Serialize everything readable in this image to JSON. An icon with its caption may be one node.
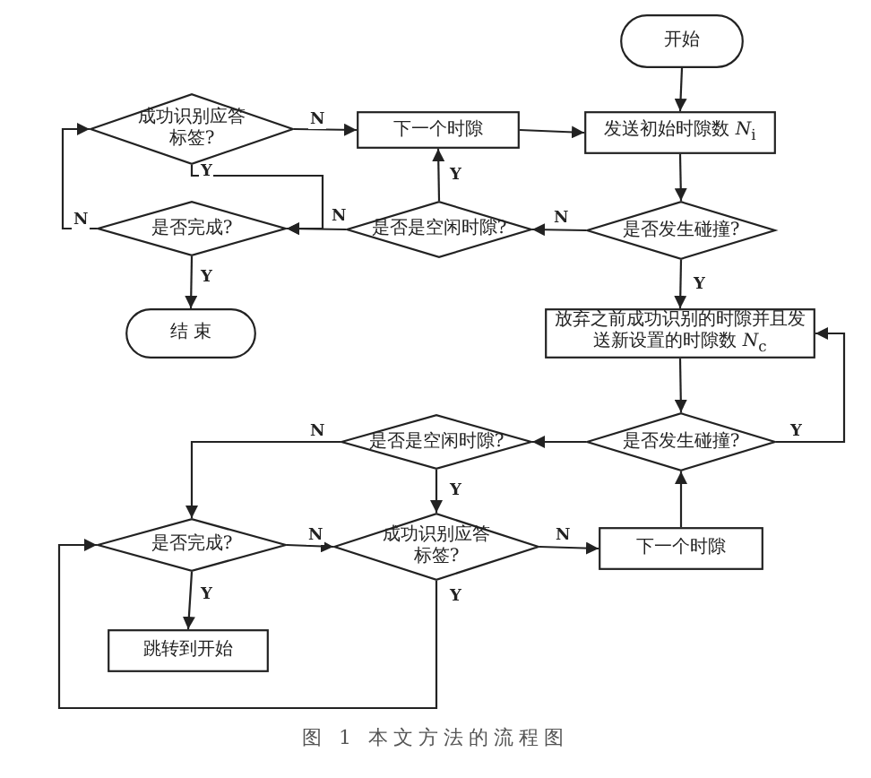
{
  "diagram": {
    "caption": "图 1 本文方法的流程图",
    "nodes": [
      {
        "text": [
          "开始"
        ]
      },
      {
        "text": [
          "发送初始时隙数 *N*$_{i}$"
        ]
      },
      {
        "text": [
          "是否发生碰撞?"
        ]
      },
      {
        "text": [
          "是否是空闲时隙?"
        ]
      },
      {
        "text": [
          "下一个时隙"
        ]
      },
      {
        "text": [
          "成功识别应答标签?"
        ]
      },
      {
        "text": [
          "是否完成?"
        ]
      },
      {
        "text": [
          "结 束"
        ]
      },
      {
        "text": [
          "放弃之前成功识别的时隙并且发送新设置的时隙数 *N*$_{c}$"
        ]
      },
      {
        "text": [
          "是否发生碰撞?"
        ]
      },
      {
        "text": [
          "是否是空闲时隙?"
        ]
      },
      {
        "text": [
          "是否完成?"
        ]
      },
      {
        "text": [
          "成功识别应答标签?"
        ]
      },
      {
        "text": [
          "下一个时隙"
        ]
      },
      {
        "text": [
          "跳转到开始"
        ]
      }
    ],
    "edges": [
      {
        "from": 0,
        "to": 1,
        "arrow": "to"
      },
      {
        "from": 1,
        "to": 2,
        "arrow": "to"
      },
      {
        "from": 2,
        "to": 3,
        "arrow": "to",
        "label": "N"
      },
      {
        "from": 3,
        "to": 4,
        "arrow": "to",
        "label": "Y"
      },
      {
        "from": 4,
        "to": 1,
        "arrow": "to"
      },
      {
        "from": 3,
        "to": 6,
        "arrow": "to",
        "label": "N"
      },
      {
        "from": 5,
        "to": 4,
        "arrow": "to",
        "label": "N"
      },
      {
        "from": 5,
        "to": 6,
        "arrow": "to",
        "label": "Y"
      },
      {
        "from": 6,
        "to": 5,
        "arrow": "to",
        "label": "N"
      },
      {
        "from": 6,
        "to": 7,
        "arrow": "to",
        "label": "Y"
      },
      {
        "from": 2,
        "to": 8,
        "arrow": "to",
        "label": "Y"
      },
      {
        "from": 8,
        "to": 9,
        "arrow": "to"
      },
      {
        "from": 9,
        "to": 8,
        "arrow": "to",
        "label": "Y"
      },
      {
        "from": 9,
        "to": 10,
        "arrow": "to"
      },
      {
        "from": 10,
        "to": 11,
        "arrow": "to",
        "label": "N"
      },
      {
        "from": 10,
        "to": 12,
        "arrow": "to",
        "label": "Y"
      },
      {
        "from": 11,
        "to": 12,
        "arrow": "to",
        "label": "N"
      },
      {
        "from": 12,
        "to": 13,
        "arrow": "to",
        "label": "N"
      },
      {
        "from": 13,
        "to": 9,
        "arrow": "to"
      },
      {
        "from": 11,
        "to": 14,
        "arrow": "to",
        "label": "Y"
      },
      {
        "from": 12,
        "to": 11,
        "arrow": "to",
        "label": "Y"
      }
    ]
  }
}
